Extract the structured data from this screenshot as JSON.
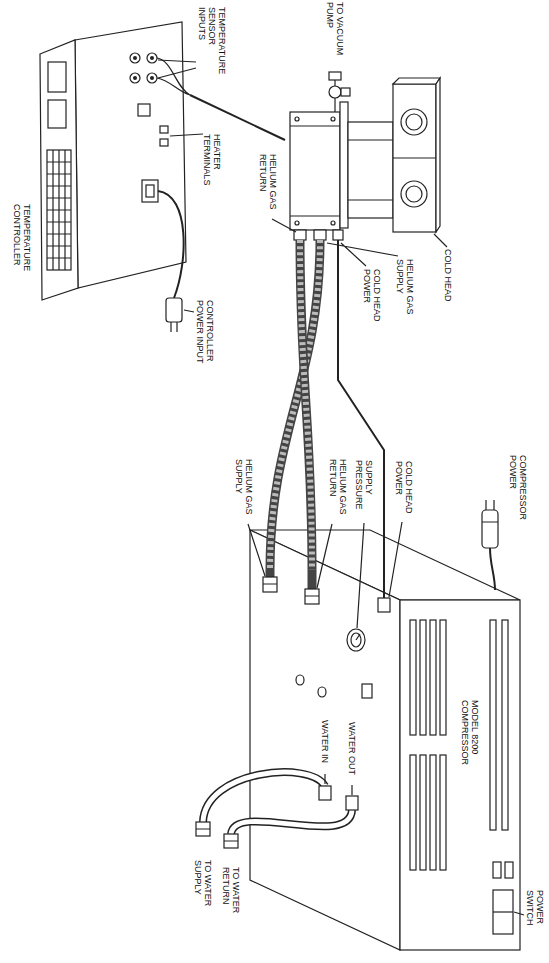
{
  "diagram": {
    "nodes": [
      {
        "text": [
          "TEMPERATURE CONTROLLER"
        ]
      },
      {
        "text": [
          "COLD HEAD"
        ]
      },
      {
        "text": [
          "MODEL 8200 COMPRESSOR"
        ]
      }
    ],
    "edges": [
      {
        "from": 0,
        "to": 1,
        "arrow": "none"
      },
      {
        "from": 1,
        "to": 2,
        "arrow": "none"
      },
      {
        "from": 1,
        "to": 2,
        "arrow": "none"
      },
      {
        "from": 2,
        "to": 1,
        "arrow": "none"
      }
    ],
    "labels": [
      "TEMPERATURE SENSOR INPUTS",
      "HEATER TERMINALS",
      "CONTROLLER POWER INPUT",
      "TO VACUUM PUMP",
      "HELIUM GAS RETURN",
      "HELIUM GAS SUPPLY",
      "COLD HEAD POWER",
      "HELIUM GAS SUPPLY",
      "HELIUM GAS RETURN",
      "SUPPLY PRESSURE",
      "COLD HEAD POWER",
      "COMPRESSOR POWER",
      "WATER IN",
      "WATER OUT",
      "TO WATER SUPPLY",
      "TO WATER RETURN",
      "POWER SWITCH"
    ]
  }
}
